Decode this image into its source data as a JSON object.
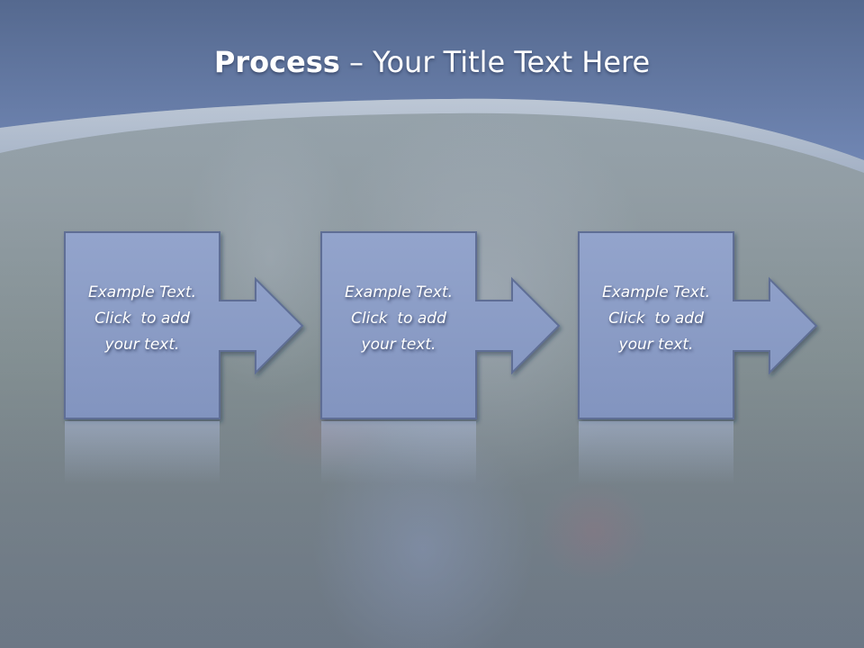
{
  "title": {
    "bold": "Process",
    "rest": " – Your Title Text Here"
  },
  "steps": [
    {
      "line1": "Example Text.",
      "line2": "Click  to add",
      "line3": "your text."
    },
    {
      "line1": "Example Text.",
      "line2": "Click  to add",
      "line3": "your text."
    },
    {
      "line1": "Example Text.",
      "line2": "Click  to add",
      "line3": "your text."
    }
  ],
  "colors": {
    "header": "#6b80ad",
    "box_fill": "#8b9dc6",
    "box_stroke": "#5e6e95"
  }
}
